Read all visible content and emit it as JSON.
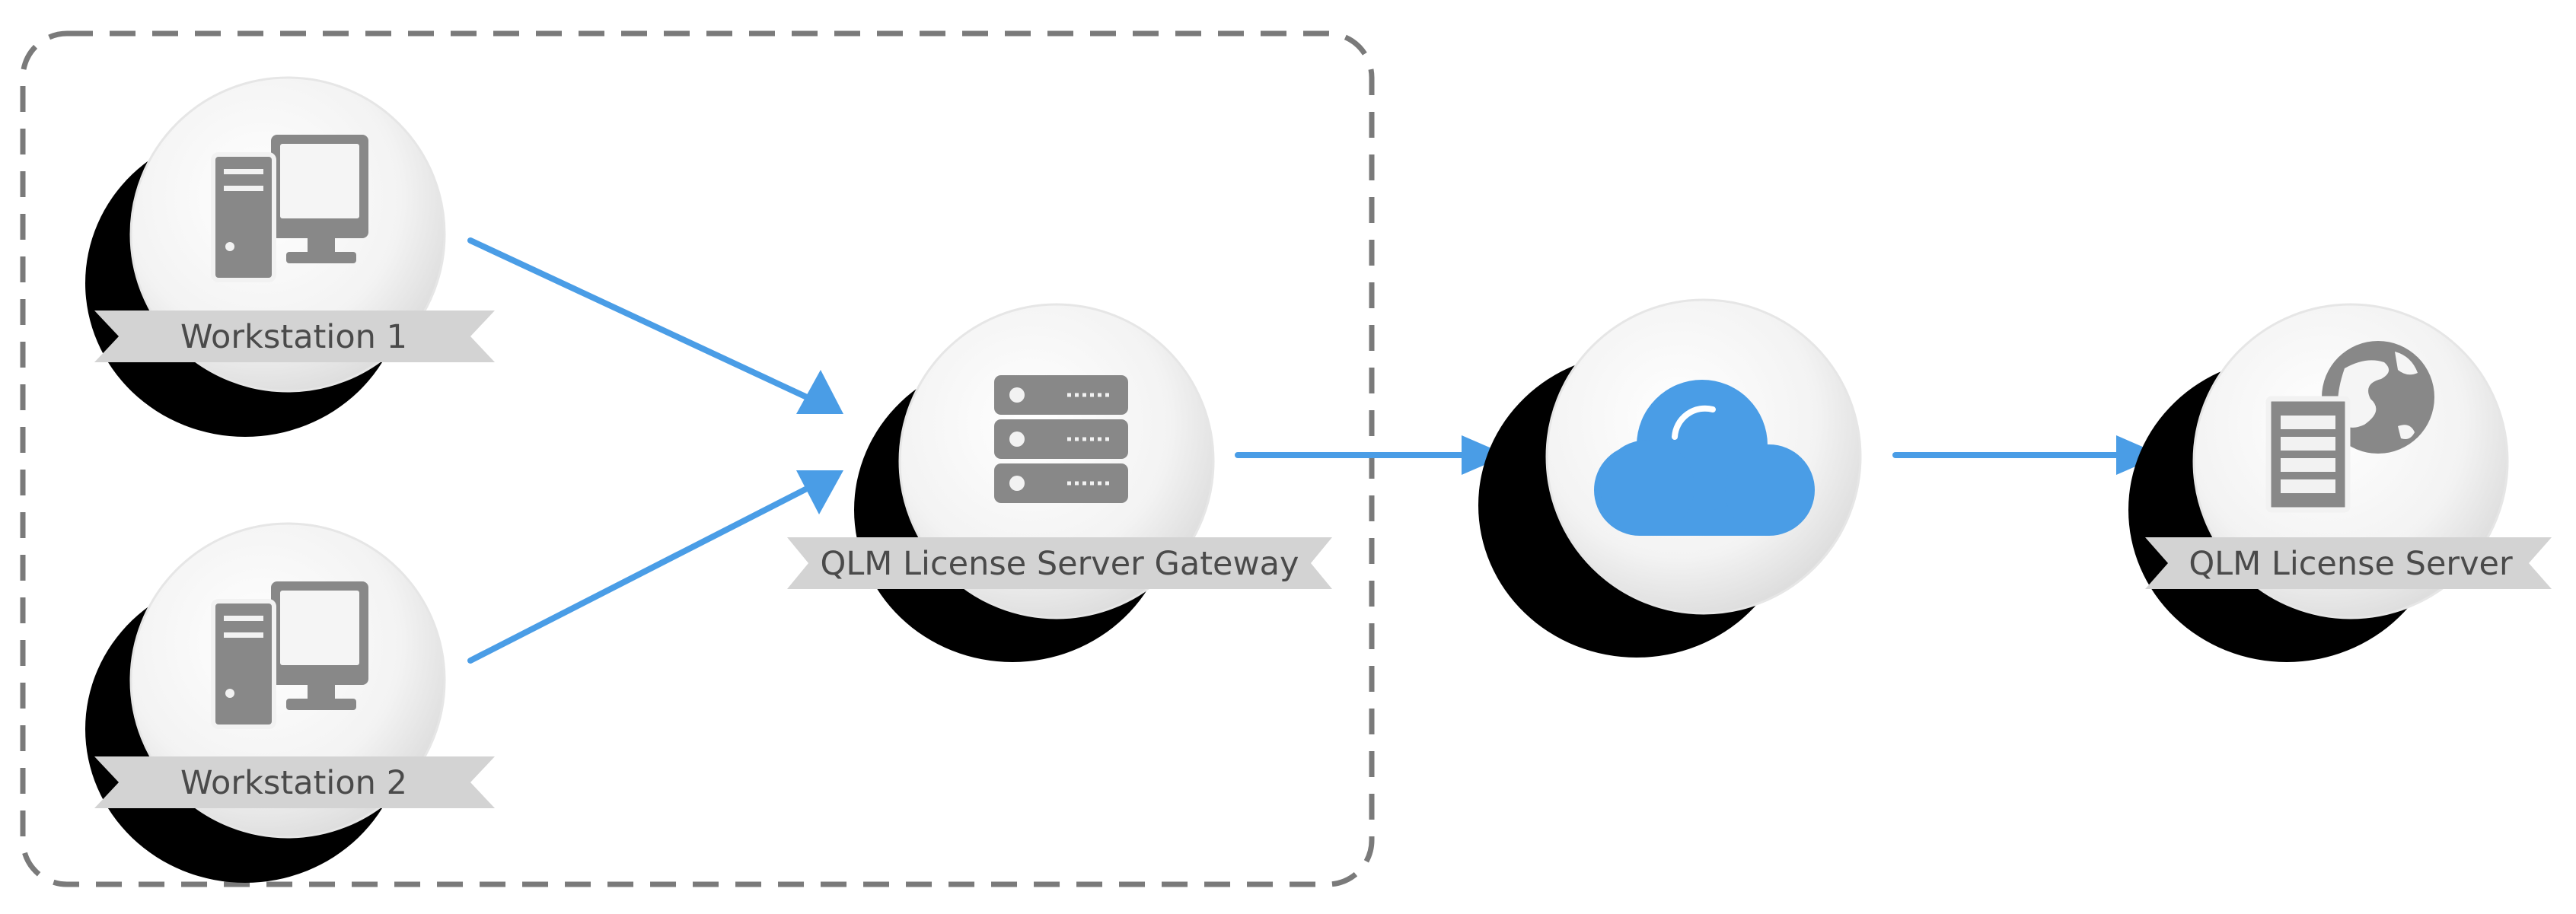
{
  "nodes": {
    "workstation_1": {
      "label": "Workstation 1",
      "icon": "desktop-computer-icon"
    },
    "workstation_2": {
      "label": "Workstation 2",
      "icon": "desktop-computer-icon"
    },
    "gateway": {
      "label": "QLM License Server Gateway",
      "icon": "server-rack-icon"
    },
    "cloud": {
      "label": "",
      "icon": "cloud-icon"
    },
    "license_server": {
      "label": "QLM License Server",
      "icon": "globe-server-icon"
    }
  },
  "connections": [
    {
      "from": "workstation_1",
      "to": "gateway"
    },
    {
      "from": "workstation_2",
      "to": "gateway"
    },
    {
      "from": "gateway",
      "to": "cloud"
    },
    {
      "from": "cloud",
      "to": "license_server"
    }
  ],
  "colors": {
    "arrow": "#4a9de6",
    "cloud": "#4a9de6",
    "icon_gray": "#888888",
    "label_ribbon": "#d3d3d3",
    "label_text": "#4a4a4a",
    "boundary_dash": "#7a7a7a",
    "shadow_disc": "#000000"
  }
}
